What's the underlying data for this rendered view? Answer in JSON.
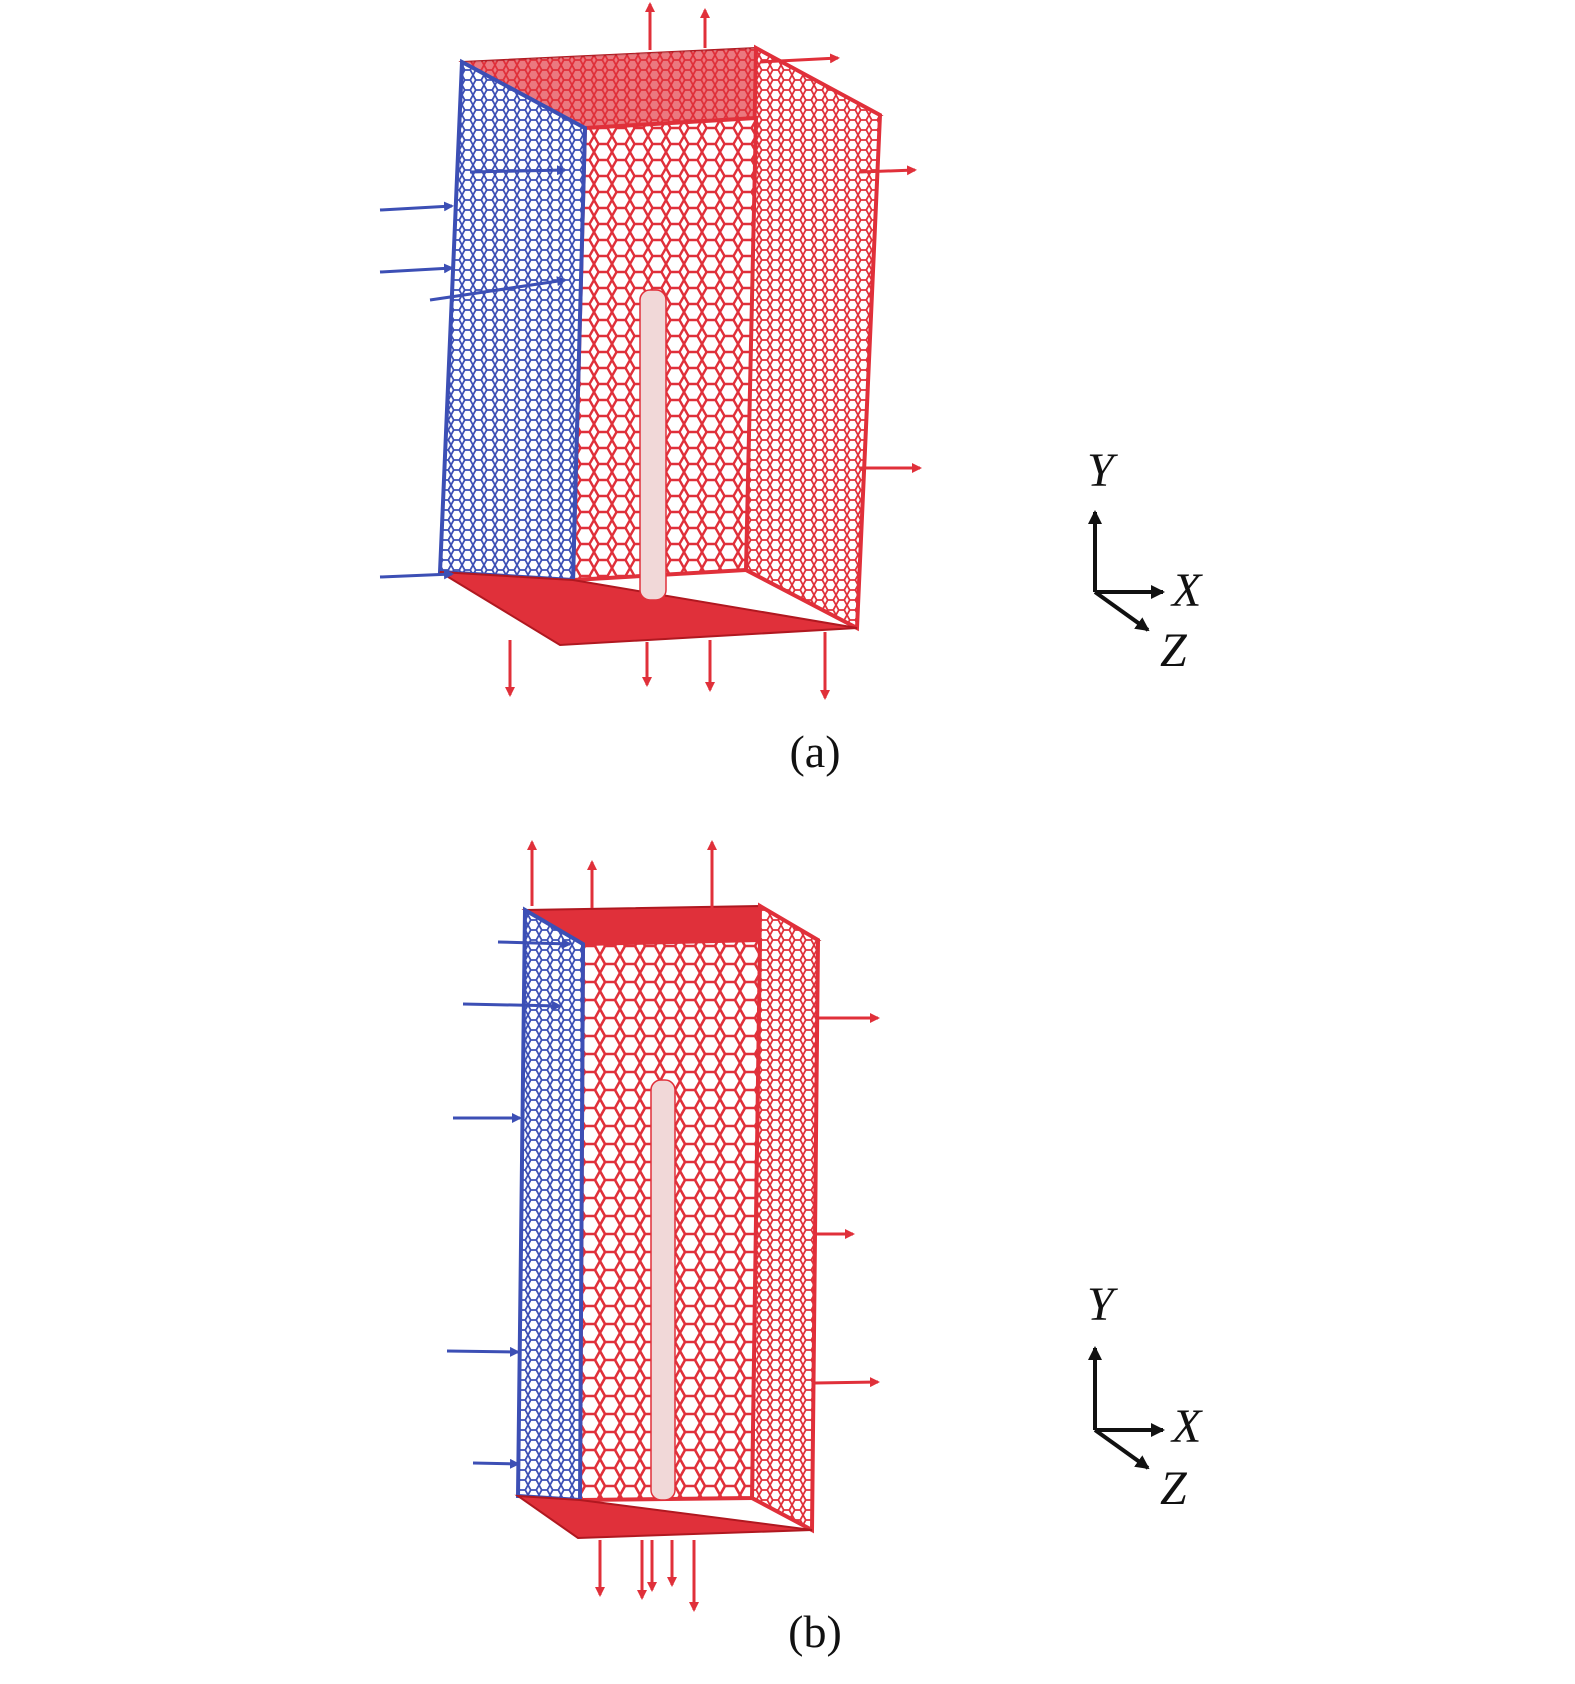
{
  "colors": {
    "red": "#e0303a",
    "blue": "#3c4fb5",
    "light_red": "#f2a7ad",
    "light_blue": "#a9b2e6",
    "insert": "#f1d8d8",
    "axis": "#111111"
  },
  "panels": [
    {
      "id": "a",
      "caption": "(a)",
      "axis_labels": {
        "y": "Y",
        "x": "X",
        "z": "Z"
      }
    },
    {
      "id": "b",
      "caption": "(b)",
      "axis_labels": {
        "y": "Y",
        "x": "X",
        "z": "Z"
      }
    }
  ]
}
